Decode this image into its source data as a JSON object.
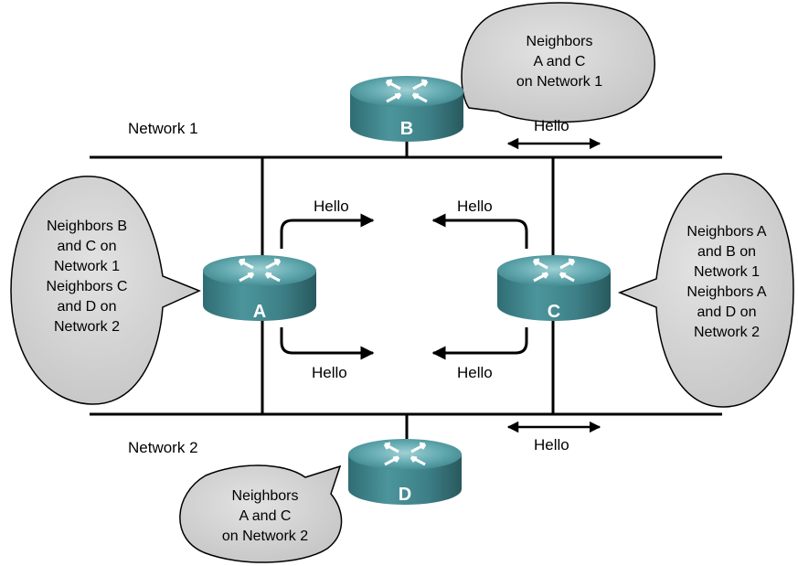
{
  "networks": {
    "network1": "Network 1",
    "network2": "Network 2"
  },
  "routers": {
    "a": "A",
    "b": "B",
    "c": "C",
    "d": "D"
  },
  "hello": "Hello",
  "bubbles": {
    "b": [
      "Neighbors",
      "A and C",
      "on Network 1"
    ],
    "a": [
      "Neighbors B",
      "and C on",
      "Network 1",
      "Neighbors C",
      "and D on",
      "Network 2"
    ],
    "c": [
      "Neighbors A",
      "and B on",
      "Network 1",
      "Neighbors A",
      "and D on",
      "Network 2"
    ],
    "d": [
      "Neighbors",
      "A and C",
      "on Network 2"
    ]
  },
  "colors": {
    "router_top": "#5fa6ad",
    "router_side": "#3d7f86",
    "bubble_fill": "#d4d4d4",
    "line": "#000000"
  }
}
